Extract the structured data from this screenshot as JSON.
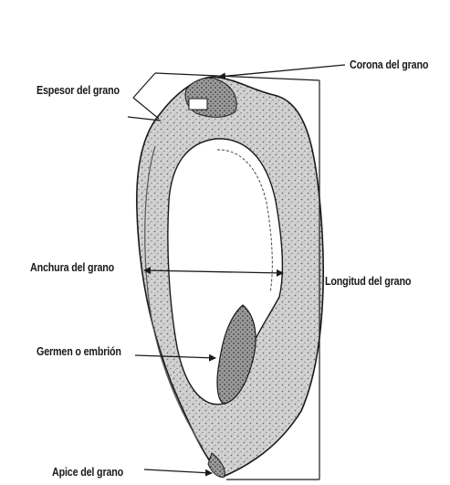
{
  "diagram": {
    "labels": {
      "corona": "Corona del grano",
      "espesor": "Espesor del grano",
      "anchura": "Anchura del grano",
      "longitud": "Longitud del grano",
      "germen": "Germen o embrión",
      "apice": "Apice del grano"
    },
    "colors": {
      "ink": "#1a1a1a",
      "endosperm_fill": "#cfcfcf",
      "background": "#ffffff"
    }
  }
}
